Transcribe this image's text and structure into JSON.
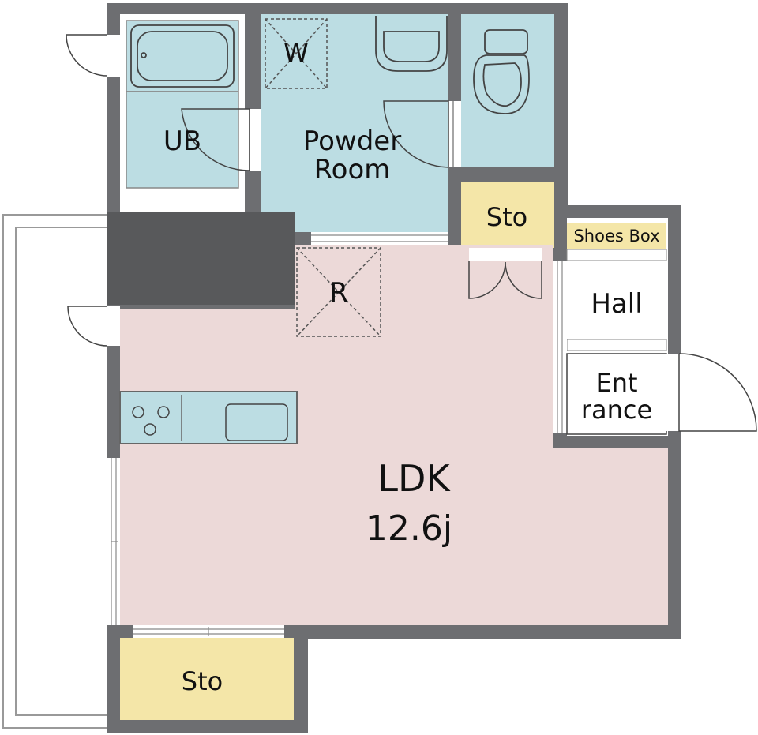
{
  "rooms": {
    "ub": "UB",
    "powder_line1": "Powder",
    "powder_line2": "Room",
    "washer": "W",
    "refrigerator": "R",
    "storage_top": "Sto",
    "shoes_box": "Shoes Box",
    "hall": "Hall",
    "entrance_line1": "Ent",
    "entrance_line2": "rance",
    "ldk": "LDK",
    "ldk_area": "12.6j",
    "storage_bottom": "Sto"
  },
  "colors": {
    "wall": "#6d6e71",
    "wet_area": "#bcdde3",
    "living": "#ecd9d8",
    "storage": "#f4e6a8",
    "white": "#ffffff",
    "line": "#555555"
  }
}
